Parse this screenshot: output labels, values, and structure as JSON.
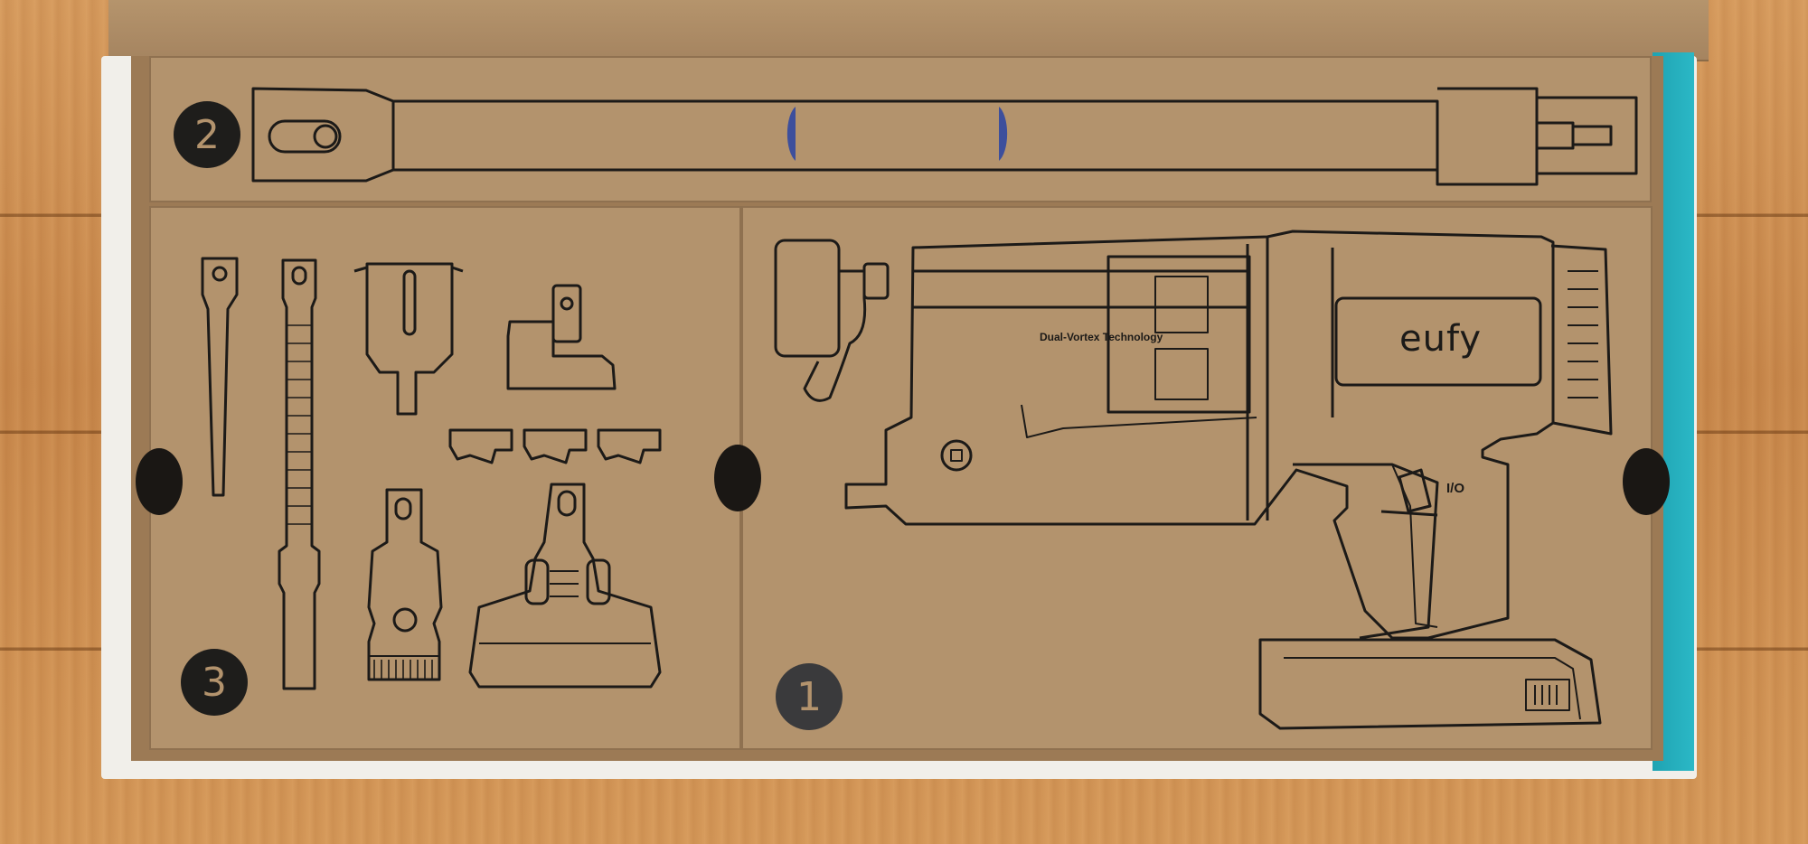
{
  "scene": "open vacuum box",
  "brand": "eufy",
  "product_label": "Dual-Vortex Technology",
  "power_label": "I/O",
  "compartments": [
    {
      "number": "2",
      "content": "extension-tube"
    },
    {
      "number": "3",
      "content": "accessories"
    },
    {
      "number": "1",
      "content": "vacuum-body"
    }
  ],
  "colors": {
    "cardboard": "#b3936d",
    "line_art": "#1c1a18",
    "box_teal": "#27b0bf",
    "box_white": "#f1efea",
    "floor": "#c9874a"
  }
}
